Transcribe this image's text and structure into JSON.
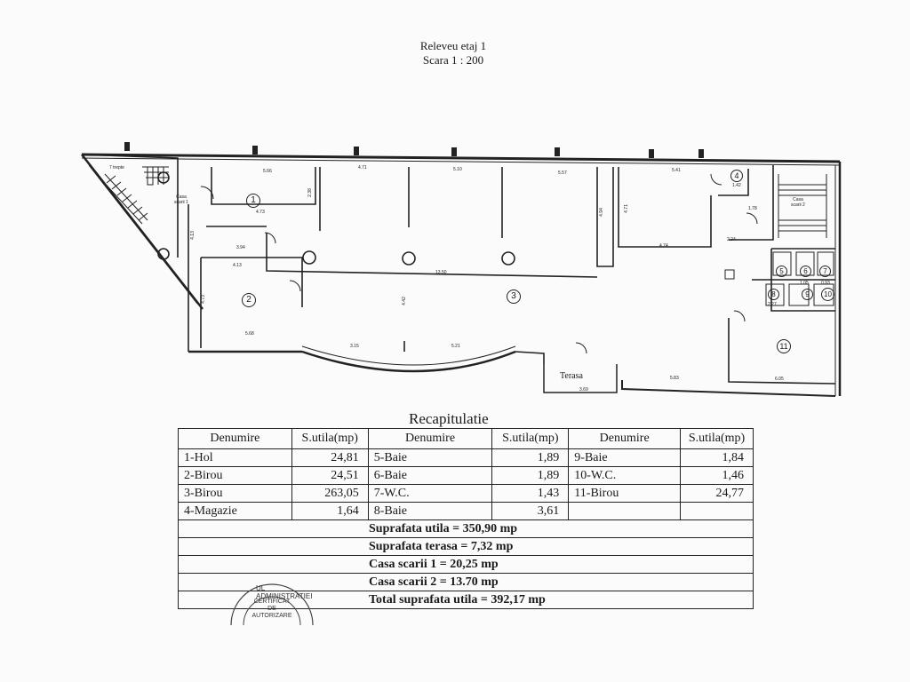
{
  "header": {
    "title": "Releveu etaj 1",
    "scale": "Scara 1 : 200"
  },
  "plan": {
    "labels": {
      "casa_scarii_1": [
        "Casa",
        "scarii 1"
      ],
      "casa_scarii_2": [
        "Casa",
        "scarii 2"
      ],
      "trepte": "7 trepte",
      "terasa": "Terasa"
    },
    "rooms": [
      "1",
      "2",
      "3",
      "4",
      "5",
      "6",
      "7",
      "8",
      "9",
      "10",
      "11"
    ],
    "dimensions": [
      "5.66",
      "4.71",
      "5.10",
      "5.57",
      "5.41",
      "4.73",
      "3.94",
      "4.13",
      "5.68",
      "3.15",
      "5.21",
      "13.50",
      "4.74",
      "2.24",
      "3.69",
      "5.83",
      "6.05",
      "4.94",
      "4.71",
      "2.38",
      "4.13",
      "4.73",
      "4.42",
      "2.27",
      "1.42",
      "1.78",
      "1.05",
      "0.93"
    ]
  },
  "recap": {
    "title": "Recapitulatie",
    "headers": [
      "Denumire",
      "S.utila(mp)",
      "Denumire",
      "S.utila(mp)",
      "Denumire",
      "S.utila(mp)"
    ],
    "rows": [
      [
        "1-Hol",
        "24,81",
        "5-Baie",
        "1,89",
        "9-Baie",
        "1,84"
      ],
      [
        "2-Birou",
        "24,51",
        "6-Baie",
        "1,89",
        "10-W.C.",
        "1,46"
      ],
      [
        "3-Birou",
        "263,05",
        "7-W.C.",
        "1,43",
        "11-Birou",
        "24,77"
      ],
      [
        "4-Magazie",
        "1,64",
        "8-Baie",
        "3,61",
        "",
        ""
      ]
    ],
    "summary": [
      "Suprafata utila      = 350,90 mp",
      "Suprafata terasa     = 7,32 mp",
      "Casa scarii  1 = 20,25 mp",
      "Casa scarii  2 = 13.70 mp",
      "Total suprafata utila = 392,17 mp"
    ]
  },
  "stamp": {
    "ring_text": "UL ADMINISTRATIEI",
    "center_lines": [
      "CERTIFICAT",
      "DE",
      "AUTORIZARE"
    ]
  }
}
